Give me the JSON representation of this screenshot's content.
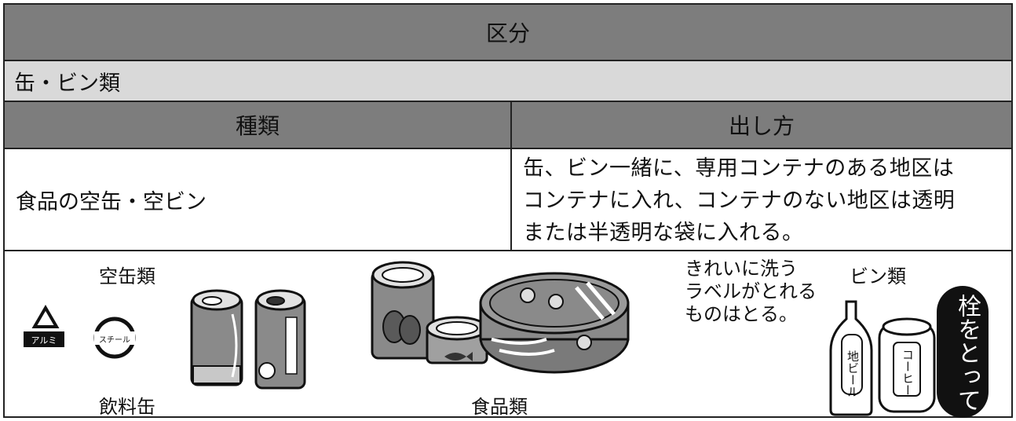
{
  "table": {
    "header": "区分",
    "category": "缶・ビン類",
    "columns": [
      "種類",
      "出し方"
    ],
    "item": "食品の空缶・空ビン",
    "method_lines": [
      "缶、ビン一緒に、専用コンテナのある地区は",
      "コンテナに入れ、コンテナのない地区は透明",
      "または半透明な袋に入れる。"
    ]
  },
  "illustration": {
    "empty_cans_label": "空缶類",
    "beverage_cans_label": "飲料缶",
    "food_label": "食品類",
    "note_lines": [
      "きれいに洗う",
      "ラベルがとれる",
      "ものはとる。"
    ],
    "bottles_label": "ビン類",
    "cap_note": "栓をとって",
    "aluminum_mark": "アルミ",
    "steel_mark": "スチール",
    "bottle_label_1": "地ビール",
    "bottle_label_2": "コーヒー"
  },
  "colors": {
    "header_bg": "#7d7d7d",
    "category_bg": "#d9d9d9",
    "can_body": "#8a8a8a"
  }
}
